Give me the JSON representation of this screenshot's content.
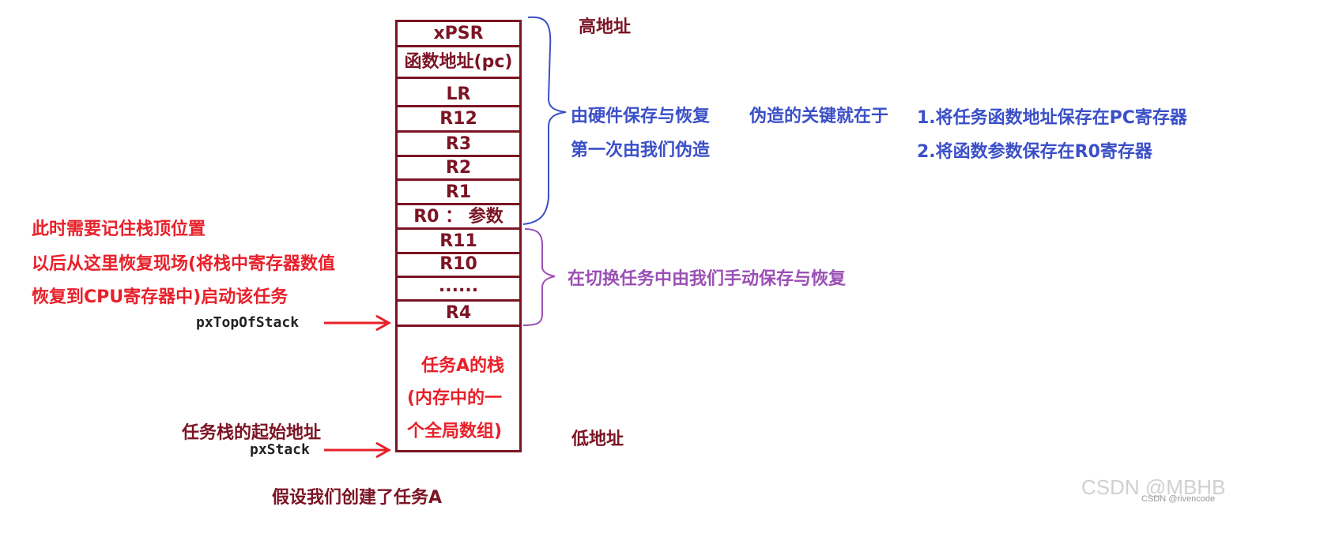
{
  "labels": {
    "high_address": "高地址",
    "low_address": "低地址",
    "hw_note_1": "由硬件保存与恢复",
    "hw_note_2": "第一次由我们伪造",
    "key_intro": "伪造的关键就在于",
    "key_1": "1.将任务函数地址保存在PC寄存器",
    "key_2": "2.将函数参数保存在R0寄存器",
    "manual_note": "在切换任务中由我们手动保存与恢复",
    "left_note_1": "此时需要记住栈顶位置",
    "left_note_2": "以后从这里恢复现场(将栈中寄存器数值",
    "left_note_3": "恢复到CPU寄存器中)启动该任务",
    "top_of_stack": "pxTopOfStack",
    "stack_start_label": "任务栈的起始地址",
    "px_stack": "pxStack",
    "caption": "假设我们创建了任务A",
    "watermark": "CSDN @MBHB",
    "watermark_small": "CSDN @rivencode"
  },
  "stack": {
    "cells": [
      "xPSR",
      "函数地址(pc)",
      "LR",
      "R12",
      "R3",
      "R2",
      "R1",
      "R0 ： 参数",
      "R11",
      "R10",
      "......",
      "R4"
    ],
    "body_1": "任务A的栈",
    "body_2": "(内存中的一",
    "body_3": "个全局数组)"
  },
  "colors": {
    "stack_border": "#7b1424",
    "red": "#e8202a",
    "blue": "#3b4fc7",
    "purple": "#9b4fb5"
  }
}
